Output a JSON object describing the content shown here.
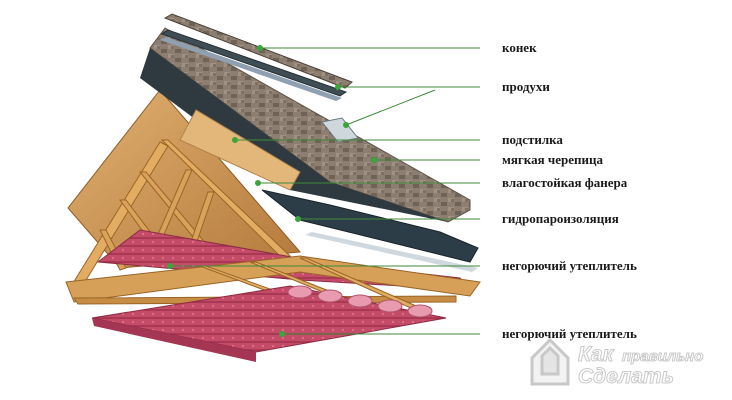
{
  "labels": {
    "ridge": "конек",
    "vents": "продухи",
    "underlay": "подстилка",
    "shingles": "мягкая черепица",
    "plywood": "влагостойкая фанера",
    "membrane": "гидропароизоляция",
    "insulation_upper": "негорючий утеплитель",
    "insulation_lower": "негорючий утеплитель"
  },
  "watermark": {
    "line1": "Как",
    "line2": "правильно",
    "line3": "Сделать"
  },
  "colors": {
    "leader": "#3f8a3a",
    "dot": "#3aa53a",
    "shingle": "#8b7d70",
    "wood": "#d9a45a",
    "insulation": "#c14a66"
  }
}
